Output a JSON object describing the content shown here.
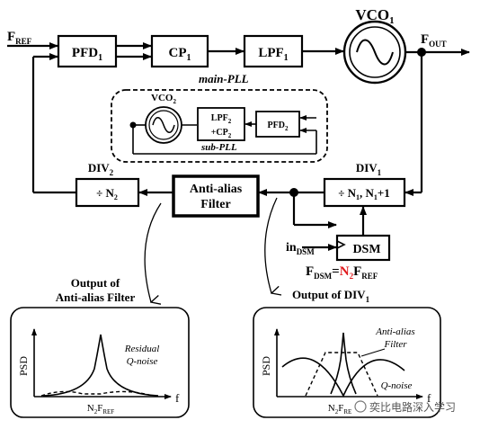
{
  "inputs": {
    "fref_main": "F",
    "fref_sub": "REF",
    "in_dsm_main": "in",
    "in_dsm_sub": "DSM"
  },
  "outputs": {
    "fout_main": "F",
    "fout_sub": "OUT"
  },
  "main_pll": {
    "label": "main-PLL",
    "pfd": {
      "main": "PFD",
      "sub": "1"
    },
    "cp": {
      "main": "CP",
      "sub": "1"
    },
    "lpf": {
      "main": "LPF",
      "sub": "1"
    },
    "vco": {
      "main": "VCO",
      "sub": "1"
    }
  },
  "sub_pll": {
    "label": "sub-PLL",
    "vco": {
      "main": "VCO",
      "sub": "2"
    },
    "lpf_cp": {
      "line1_main": "LPF",
      "line1_sub": "2",
      "line2_main": "+CP",
      "line2_sub": "2"
    },
    "pfd": {
      "main": "PFD",
      "sub": "2"
    }
  },
  "dividers": {
    "div1_label": {
      "main": "DIV",
      "sub": "1"
    },
    "div1_box": {
      "p1": "÷ N",
      "s1": "1",
      "p2": ", N",
      "s2": "1",
      "p3": "+1"
    },
    "div2_label": {
      "main": "DIV",
      "sub": "2"
    },
    "div2_box": {
      "p1": "÷ N",
      "s1": "2"
    }
  },
  "filter": {
    "line1": "Anti-alias",
    "line2": "Filter"
  },
  "dsm": {
    "label": "DSM",
    "eq_f": "F",
    "eq_f_sub": "DSM",
    "eq_eq": "=",
    "eq_n": "N",
    "eq_n_sub": "2",
    "eq_f2": "F",
    "eq_f2_sub": "REF"
  },
  "panels": {
    "left_title_1": "Output of",
    "left_title_2": "Anti-alias Filter",
    "left_ylabel": "PSD",
    "left_xlabel": "f",
    "left_annot_1": "Residual",
    "left_annot_2": "Q-noise",
    "left_tick_n": "N",
    "left_tick_n_sub": "2",
    "left_tick_f": "F",
    "left_tick_f_sub": "REF",
    "right_title_main": "Output of DIV",
    "right_title_sub": "1",
    "right_ylabel": "PSD",
    "right_xlabel": "f",
    "right_annot_1": "Anti-alias",
    "right_annot_2": "Filter",
    "right_annot_3": "Q-noise",
    "right_tick_n": "N",
    "right_tick_n_sub": "2",
    "right_tick_f": "F",
    "right_tick_f_sub": "RE"
  },
  "watermark": "奕比电路深入学习",
  "colors": {
    "highlight": "#e0191c",
    "line": "#000000"
  }
}
